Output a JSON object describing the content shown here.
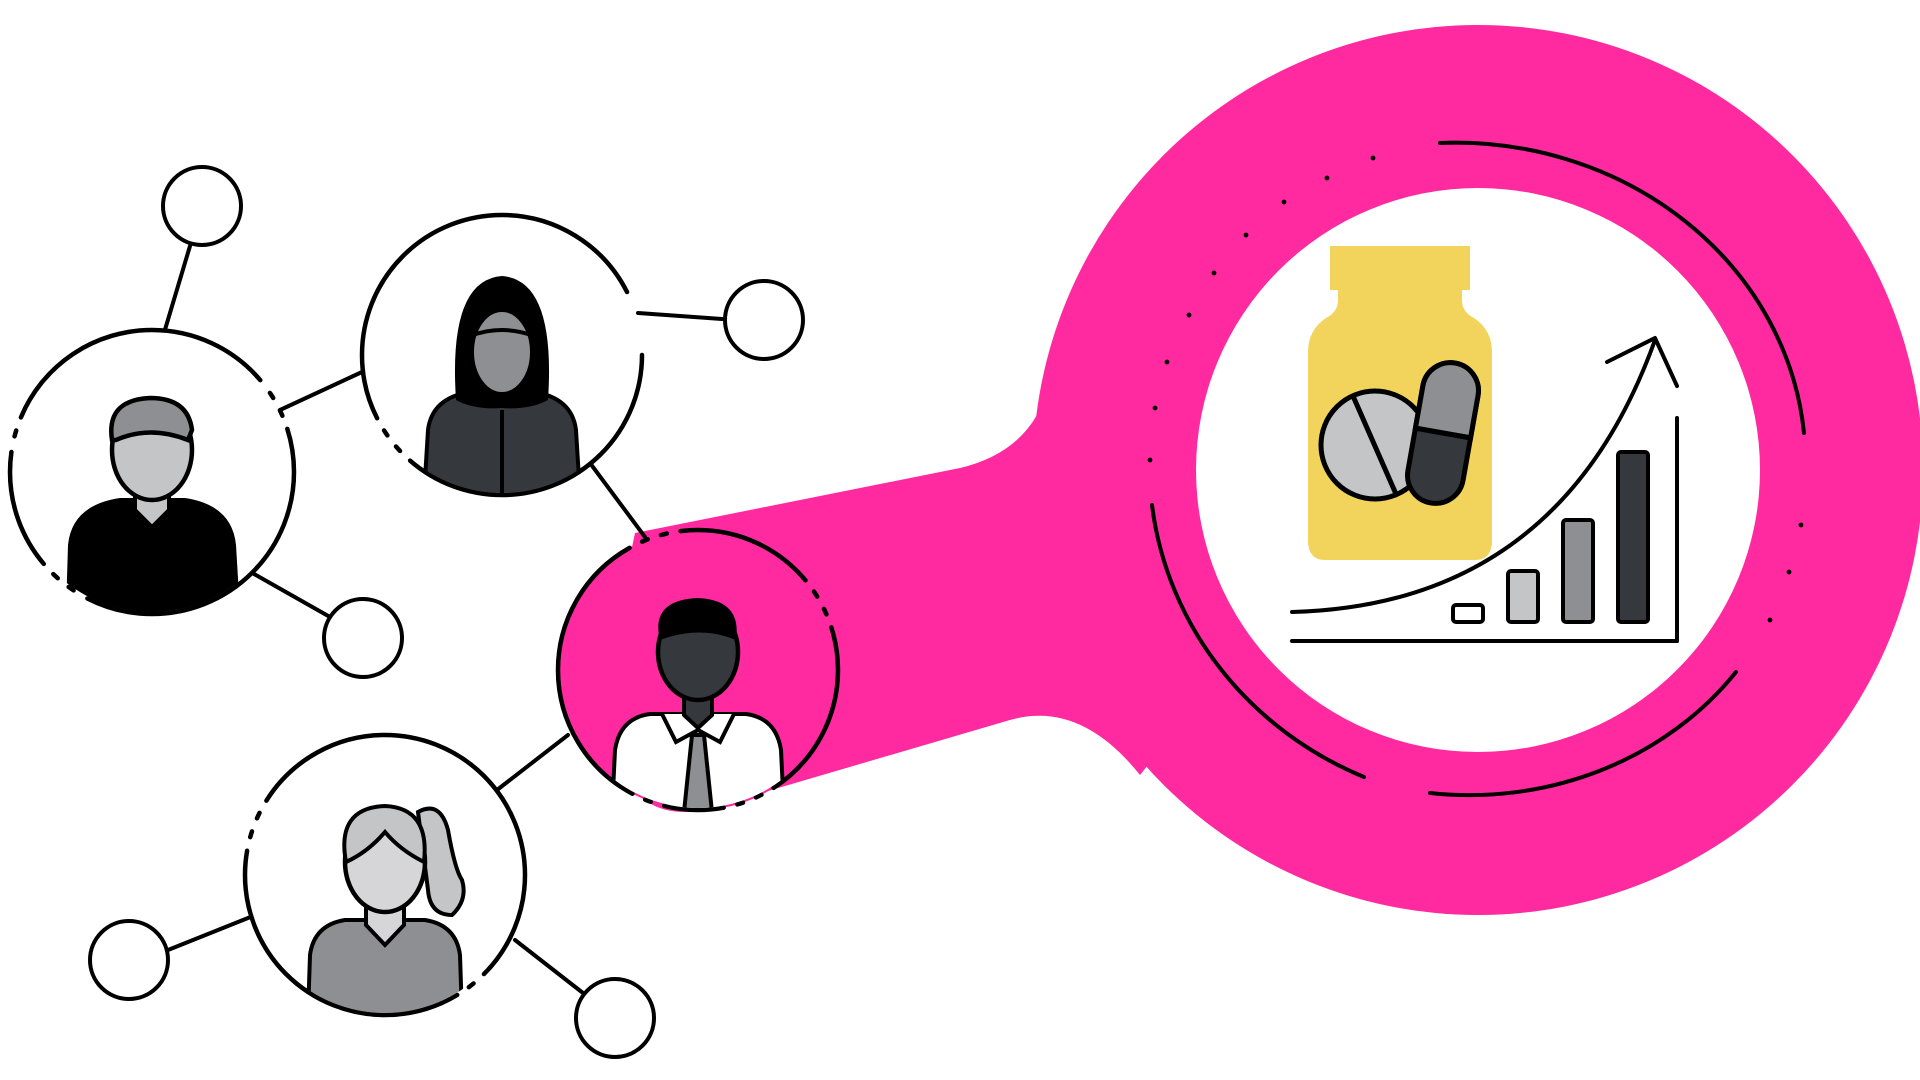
{
  "colors": {
    "magenta": "#ff2a9f",
    "ink": "#000000",
    "white": "#ffffff",
    "dark_gray": "#35393d",
    "mid_gray": "#8e8f92",
    "light_gray": "#c4c5c7",
    "pale_gray": "#d6d6d8",
    "yellow": "#f2d45c"
  },
  "icons": {
    "person_top_left": "man-avatar-icon",
    "person_top_middle": "woman-hijab-avatar-icon",
    "person_bottom_left": "woman-ponytail-avatar-icon",
    "person_center": "businessman-tie-avatar-icon",
    "magnifier": "magnifying-glass-icon",
    "pill_bottle": "pill-bottle-icon",
    "pill_tablet": "tablet-pill-icon",
    "pill_capsule": "capsule-icon",
    "growth_chart": "rising-bar-chart-icon",
    "trend_arrow": "trend-arrow-icon",
    "node": "network-node-icon"
  },
  "chart_data": {
    "type": "bar",
    "categories": [
      "",
      "",
      "",
      ""
    ],
    "values": [
      1,
      3,
      6,
      10
    ],
    "ylim": [
      0,
      12
    ],
    "grid": false,
    "fills": [
      "#ffffff",
      "#c4c5c7",
      "#8e8f92",
      "#35393d"
    ]
  }
}
